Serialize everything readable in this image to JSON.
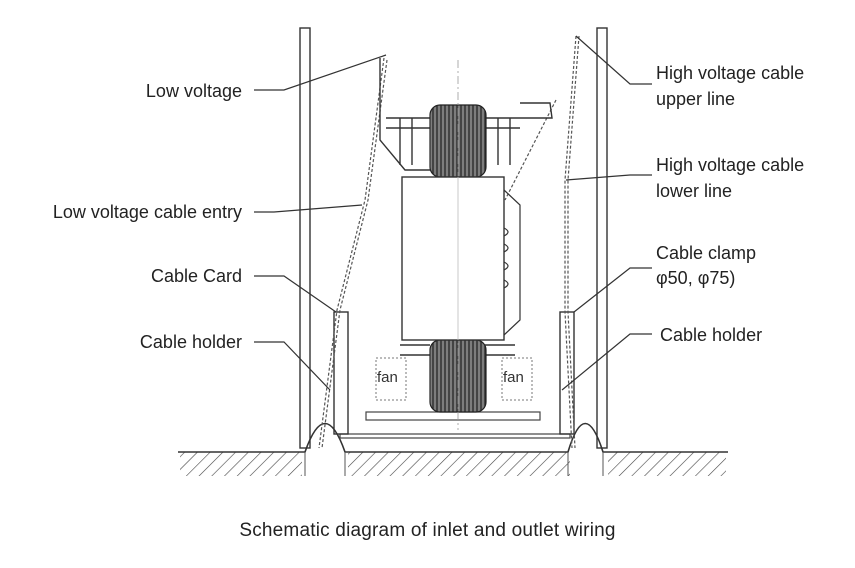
{
  "labels": {
    "low_voltage": "Low voltage",
    "low_voltage_cable_entry": "Low voltage cable entry",
    "cable_card": "Cable Card",
    "cable_holder_left": "Cable holder",
    "hv_upper_line1": "High voltage cable",
    "hv_upper_line2": "upper line",
    "hv_lower_line1": "High voltage cable",
    "hv_lower_line2": "lower line",
    "cable_clamp_line1": "Cable clamp",
    "cable_clamp_line2": "φ50, φ75)",
    "cable_holder_right": "Cable holder",
    "fan_left": "fan",
    "fan_right": "fan"
  },
  "caption": "Schematic diagram of inlet and outlet wiring"
}
